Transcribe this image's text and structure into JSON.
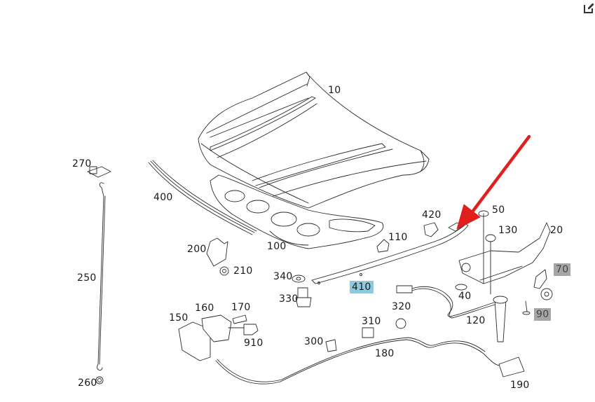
{
  "diagram": {
    "title": "Hood / bonnet assembly exploded parts diagram",
    "highlight_colors": {
      "selected": "#8ec9dd",
      "secondary": "#a6a6a6",
      "arrow": "#e11f1f"
    },
    "callouts": [
      {
        "id": "10",
        "text": "10",
        "part": "hood-panel"
      },
      {
        "id": "20",
        "text": "20",
        "part": "hood-hinge"
      },
      {
        "id": "40",
        "text": "40",
        "part": "washer"
      },
      {
        "id": "50",
        "text": "50",
        "part": "bolt"
      },
      {
        "id": "70",
        "text": "70",
        "part": "bracket",
        "highlight": "secondary"
      },
      {
        "id": "90",
        "text": "90",
        "part": "screw",
        "highlight": "secondary"
      },
      {
        "id": "100",
        "text": "100",
        "part": "hood-insulation"
      },
      {
        "id": "110",
        "text": "110",
        "part": "clip"
      },
      {
        "id": "120",
        "text": "120",
        "part": "gas-strut-cable"
      },
      {
        "id": "130",
        "text": "130",
        "part": "nut"
      },
      {
        "id": "150",
        "text": "150",
        "part": "hood-lock"
      },
      {
        "id": "160",
        "text": "160",
        "part": "lock-housing"
      },
      {
        "id": "170",
        "text": "170",
        "part": "bolt"
      },
      {
        "id": "180",
        "text": "180",
        "part": "release-cable"
      },
      {
        "id": "190",
        "text": "190",
        "part": "release-handle"
      },
      {
        "id": "200",
        "text": "200",
        "part": "bracket"
      },
      {
        "id": "210",
        "text": "210",
        "part": "nut"
      },
      {
        "id": "250",
        "text": "250",
        "part": "prop-rod"
      },
      {
        "id": "260",
        "text": "260",
        "part": "grommet"
      },
      {
        "id": "270",
        "text": "270",
        "part": "rod-holder"
      },
      {
        "id": "300",
        "text": "300",
        "part": "buffer"
      },
      {
        "id": "310",
        "text": "310",
        "part": "clip"
      },
      {
        "id": "320",
        "text": "320",
        "part": "cable-clip"
      },
      {
        "id": "330",
        "text": "330",
        "part": "buffer"
      },
      {
        "id": "340",
        "text": "340",
        "part": "washer"
      },
      {
        "id": "400",
        "text": "400",
        "part": "seal-strip"
      },
      {
        "id": "410",
        "text": "410",
        "part": "hood-seal-strip",
        "highlight": "selected"
      },
      {
        "id": "420",
        "text": "420",
        "part": "clip"
      },
      {
        "id": "910",
        "text": "910",
        "part": "connector"
      }
    ]
  },
  "toolbar": {
    "edit_icon": "edit-icon"
  }
}
